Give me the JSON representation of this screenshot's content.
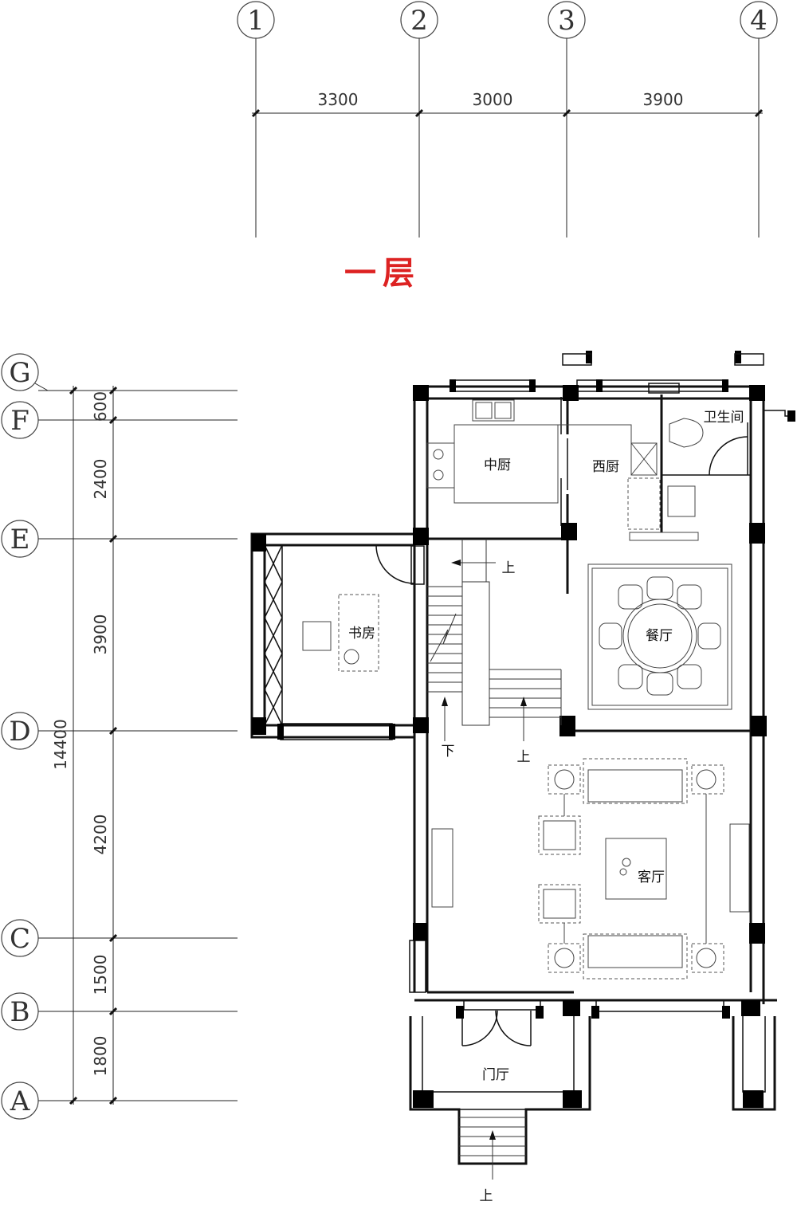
{
  "title": "一层",
  "axes_top": [
    "1",
    "2",
    "3",
    "4"
  ],
  "axes_left": [
    "G",
    "F",
    "E",
    "D",
    "C",
    "B",
    "A"
  ],
  "dims_top": [
    "3300",
    "3000",
    "3900"
  ],
  "dims_left": [
    "600",
    "2400",
    "3900",
    "4200",
    "1500",
    "1800"
  ],
  "dim_total": "14400",
  "rooms": {
    "kitchen": "中厨",
    "western_kitchen": "西厨",
    "bathroom": "卫生间",
    "study": "书房",
    "dining": "餐厅",
    "living": "客厅",
    "foyer": "门厅"
  },
  "stairs": {
    "up_1": "上",
    "up_2": "上",
    "down": "下",
    "up_entry": "上"
  }
}
